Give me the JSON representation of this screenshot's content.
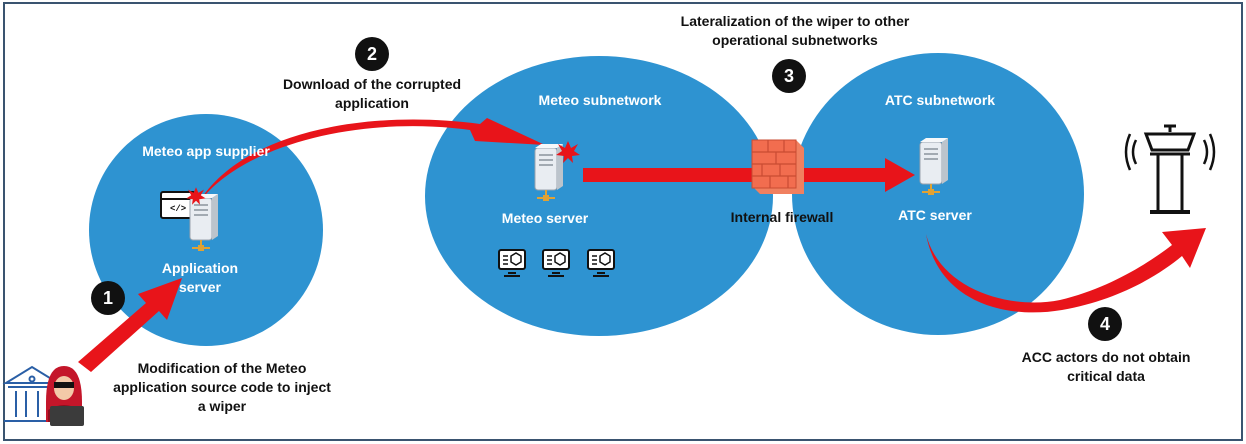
{
  "zones": {
    "supplier": "Meteo app supplier",
    "meteo": "Meteo subnetwork",
    "atc": "ATC subnetwork"
  },
  "nodes": {
    "app_server": "Application server",
    "meteo_server": "Meteo server",
    "firewall": "Internal firewall",
    "atc_server": "ATC server"
  },
  "steps": [
    {
      "number": "1",
      "text": "Modification of the Meteo application source code to inject a wiper"
    },
    {
      "number": "2",
      "text": "Download of the corrupted application"
    },
    {
      "number": "3",
      "text": "Lateralization of the wiper to other operational subnetworks"
    },
    {
      "number": "4",
      "text": "ACC actors do not obtain critical data"
    }
  ],
  "colors": {
    "zone_fill": "#2e93d1",
    "arrow": "#e8141a",
    "frame": "#3a5470",
    "step_badge": "#111111"
  },
  "icons": [
    "hacker-icon",
    "building-icon",
    "code-window-icon",
    "server-icon",
    "workstation-icon",
    "firewall-icon",
    "control-tower-icon",
    "explosion-icon"
  ]
}
